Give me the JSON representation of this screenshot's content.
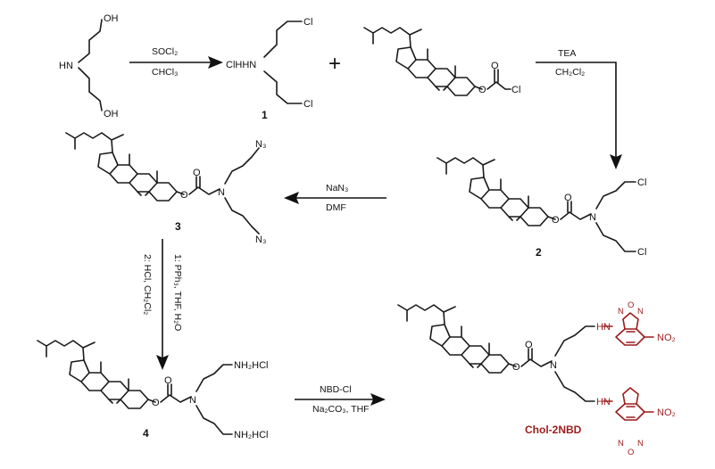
{
  "colors": {
    "ink": "#1a1a1a",
    "product": "#9b1c1c"
  },
  "compounds": {
    "dea": {
      "atoms": [
        "OH",
        "HN",
        "OH"
      ]
    },
    "c1": {
      "number": "1",
      "atoms": [
        "Cl",
        "ClHHN",
        "Cl"
      ]
    },
    "chol_chloroformate": {
      "atoms": [
        "O",
        "O",
        "Cl"
      ]
    },
    "c2": {
      "number": "2",
      "atoms": [
        "O",
        "O",
        "N",
        "Cl",
        "Cl"
      ]
    },
    "c3": {
      "number": "3",
      "atoms": [
        "O",
        "O",
        "N",
        "N₃",
        "N₃"
      ]
    },
    "c4": {
      "number": "4",
      "atoms": [
        "O",
        "O",
        "N",
        "NH₂HCl",
        "NH₂HCl"
      ]
    },
    "product": {
      "name": "Chol-2NBD",
      "atoms": [
        "O",
        "O",
        "N",
        "HN",
        "HN",
        "NO₂",
        "NO₂",
        "N",
        "O",
        "N",
        "N",
        "O",
        "N"
      ]
    }
  },
  "plus": "+",
  "reactions": [
    {
      "id": "r1",
      "reagent_top": "SOCl₂",
      "reagent_bottom": "CHCl₃"
    },
    {
      "id": "r2",
      "reagent_top": "TEA",
      "reagent_bottom": "CH₂Cl₂"
    },
    {
      "id": "r3",
      "reagent_top": "NaN₃",
      "reagent_bottom": "DMF"
    },
    {
      "id": "r4",
      "reagent_line1": "1: PPh₃, THF, H₂O",
      "reagent_line2": "2: HCl, CH₂Cl₂"
    },
    {
      "id": "r5",
      "reagent_top": "NBD-Cl",
      "reagent_bottom": "Na₂CO₃, THF"
    }
  ]
}
